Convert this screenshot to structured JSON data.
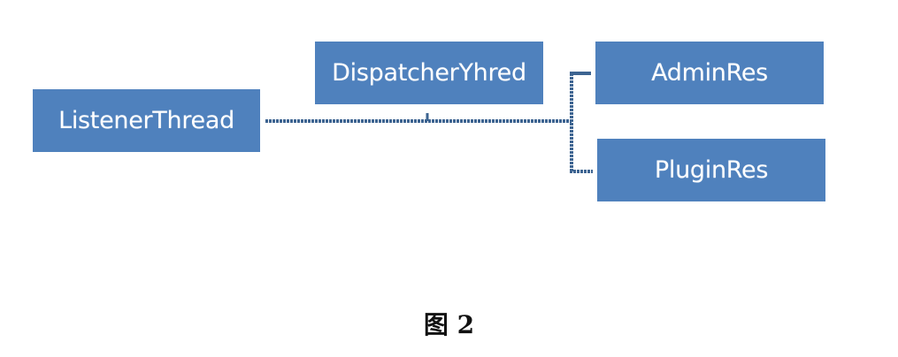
{
  "diagram": {
    "nodes": {
      "listener": "ListenerThread",
      "dispatcher": "DispatcherYhred",
      "admin": "AdminRes",
      "plugin": "PluginRes"
    },
    "colors": {
      "node_fill": "#4f81bd",
      "node_text": "#ffffff",
      "connector": "#3d6491"
    }
  },
  "caption": "图 2"
}
